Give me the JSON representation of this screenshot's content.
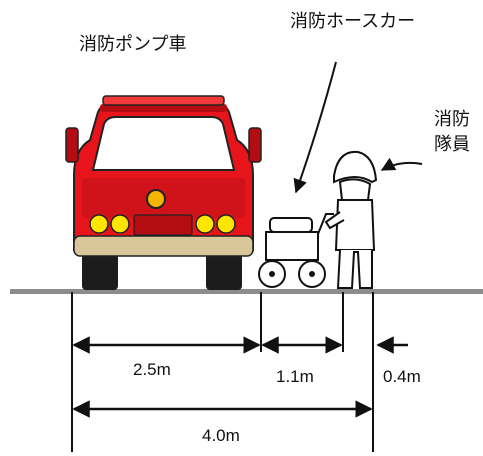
{
  "labels": {
    "pump_truck": "消防ポンプ車",
    "hose_cart": "消防ホースカー",
    "firefighter_line1": "消防",
    "firefighter_line2": "隊員"
  },
  "dimensions": {
    "truck_width": "2.5m",
    "hose_cart_width": "1.1m",
    "gap": "0.4m",
    "total_width": "4.0m"
  },
  "colors": {
    "truck_red": "#e8141c",
    "truck_dark_red": "#b30d12",
    "lamp_yellow": "#ffe600",
    "lamp_amber": "#f5b400",
    "bumper": "#d9c79a",
    "ground": "#8c8c8c",
    "line": "#111111"
  }
}
